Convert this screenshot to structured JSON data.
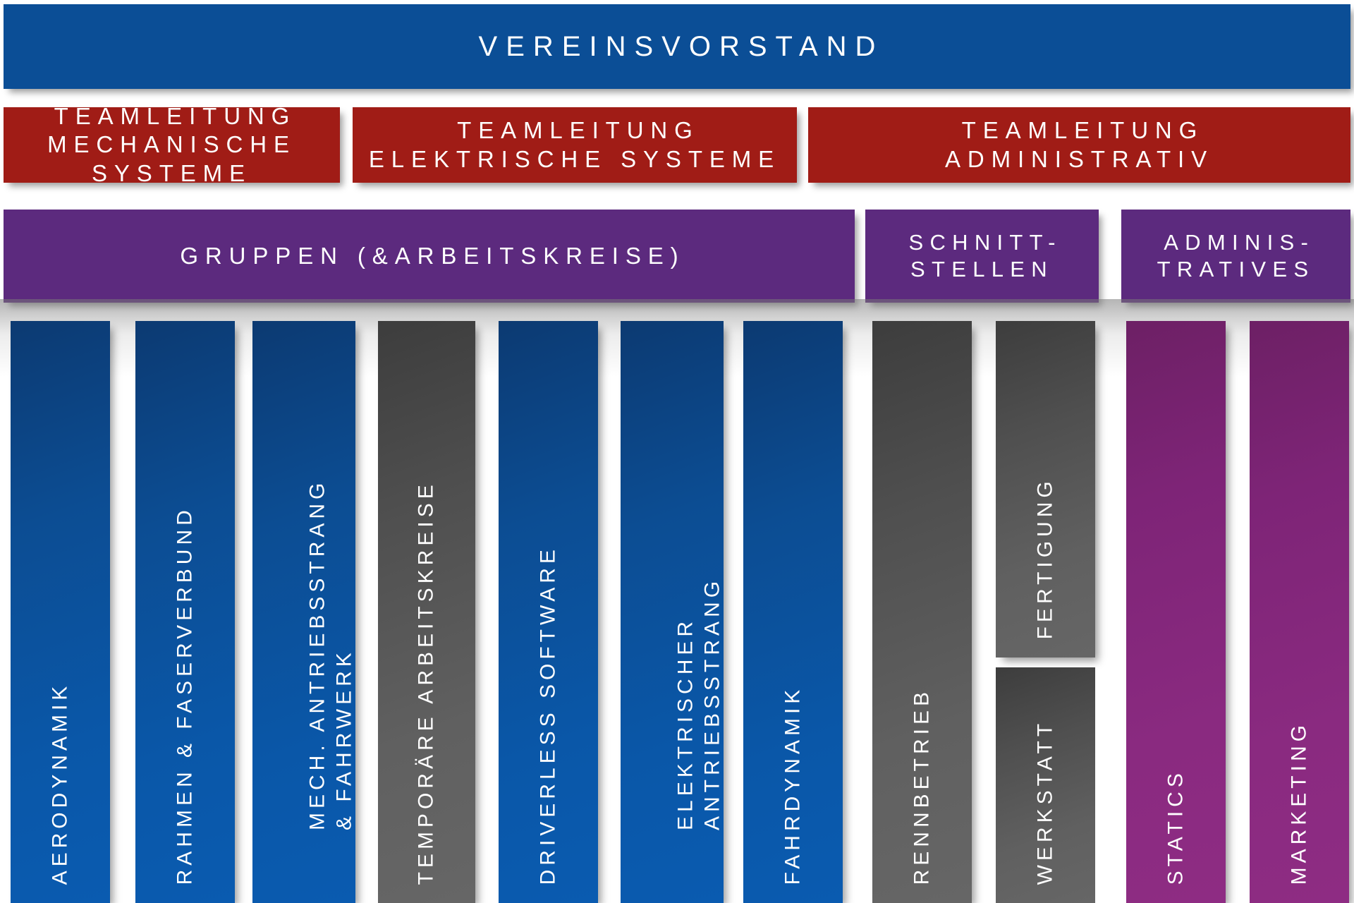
{
  "colors": {
    "board_blue": "#0b4e96",
    "lead_red": "#a01c16",
    "band_purple": "#5c2a7e",
    "column_blue": "#0a4f9e",
    "column_gray": "#5c5c5c",
    "column_magenta": "#842780",
    "text": "#ffffff",
    "background": "#ffffff"
  },
  "level1": {
    "board_label": "VEREINSVORSTAND"
  },
  "level2": {
    "leads": [
      {
        "id": "mechanische-systeme",
        "label": "TEAMLEITUNG\nMECHANISCHE SYSTEME"
      },
      {
        "id": "elektrische-systeme",
        "label": "TEAMLEITUNG\nELEKTRISCHE SYSTEME"
      },
      {
        "id": "administrativ",
        "label": "TEAMLEITUNG\nADMINISTRATIV"
      }
    ]
  },
  "level3": {
    "bands": [
      {
        "id": "gruppen",
        "label": "GRUPPEN (&ARBEITSKREISE)"
      },
      {
        "id": "schnittstellen",
        "label": "SCHNITT-\nSTELLEN"
      },
      {
        "id": "administratives",
        "label": "ADMINIS-\nTRATIVES"
      }
    ]
  },
  "level4": {
    "columns": [
      {
        "id": "aerodynamik",
        "label": "AERODYNAMIK",
        "color": "blue"
      },
      {
        "id": "rahmen-faserverbund",
        "label": "RAHMEN & FASERVERBUND",
        "color": "blue"
      },
      {
        "id": "mech-antriebsstrang",
        "label": "MECH. ANTRIEBSSTRANG\n& FAHRWERK",
        "color": "blue"
      },
      {
        "id": "temporaere-arbeitskreise",
        "label": "TEMPORÄRE ARBEITSKREISE",
        "color": "gray"
      },
      {
        "id": "driverless-software",
        "label": "DRIVERLESS SOFTWARE",
        "color": "blue"
      },
      {
        "id": "elektrischer-antriebsstrang",
        "label": "ELEKTRISCHER\nANTRIEBSSTRANG",
        "color": "blue"
      },
      {
        "id": "fahrdynamik",
        "label": "FAHRDYNAMIK",
        "color": "blue"
      },
      {
        "id": "rennbetrieb",
        "label": "RENNBETRIEB",
        "color": "gray"
      },
      {
        "id": "fertigung",
        "label": "FERTIGUNG",
        "color": "gray"
      },
      {
        "id": "werkstatt",
        "label": "WERKSTATT",
        "color": "gray"
      },
      {
        "id": "statics",
        "label": "STATICS",
        "color": "mag"
      },
      {
        "id": "marketing",
        "label": "MARKETING",
        "color": "mag"
      }
    ]
  }
}
